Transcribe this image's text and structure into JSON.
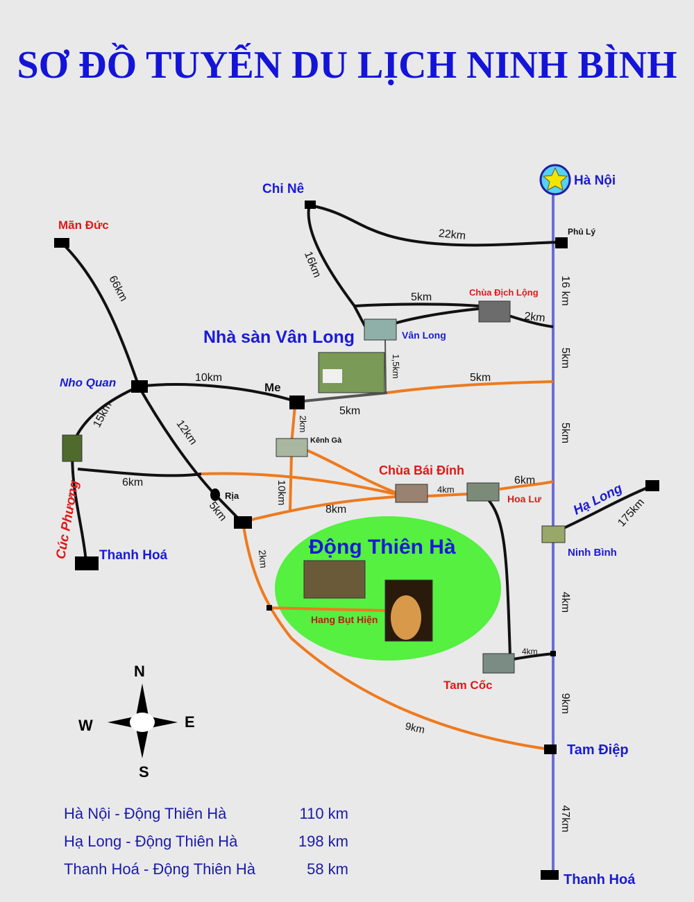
{
  "title": "SƠ ĐỒ TUYẾN DU LỊCH NINH BÌNH",
  "places": {
    "ha_noi": "Hà Nội",
    "phu_ly": "Phủ Lý",
    "chi_ne": "Chi Nê",
    "man_duc": "Mãn Đức",
    "nho_quan": "Nho Quan",
    "cuc_phuong": "Cúc Phương",
    "thanh_hoa_w": "Thanh Hoá",
    "me": "Me",
    "ria": "Rịa",
    "kenh_ga": "Kênh Gà",
    "van_long": "Vân Long",
    "nha_san_van_long": "Nhà sàn Vân Long",
    "chua_dich_long": "Chùa Địch Lộng",
    "chua_bai_dinh": "Chùa Bái Đính",
    "hoa_lu": "Hoa Lư",
    "ha_long": "Hạ Long",
    "ninh_binh": "Ninh Bình",
    "tam_coc": "Tam Cốc",
    "tam_diep": "Tam Điệp",
    "thanh_hoa_s": "Thanh Hoá",
    "dong_thien_ha": "Động Thiên Hà",
    "hang_but_hien": "Hang Bụt Hiện"
  },
  "distances": {
    "chi_ne_phu_ly": "22km",
    "chi_ne_van_long": "16km",
    "phu_ly_mid": "16 km",
    "van_long_dich_long": "5km",
    "dich_long_hw": "2km",
    "man_duc_nho_quan": "66km",
    "hw_5km_a": "5km",
    "hw_5km_b": "5km",
    "van_long_me": "1,5km",
    "nho_quan_me": "10km",
    "me_5km": "5km",
    "me_hw_orange": "5km",
    "nho_quan_cuc_phuong": "15km",
    "nho_quan_ria": "12km",
    "me_kenh_ga": "2km",
    "cuc_phuong_ria": "6km",
    "kenh_ga_vertical": "10km",
    "ria_junction": "5km",
    "junction_bai_dinh": "8km",
    "bai_dinh_hoa_lu": "4km",
    "hoa_lu_hw": "6km",
    "ha_long_ninh_binh": "175km",
    "ninh_binh_south": "4km",
    "tam_coc_hw": "4km",
    "junction_cave": "2km",
    "junction_tam_diep": "9km",
    "tam_diep_hw": "9km",
    "tam_diep_thanh_hoa": "47km"
  },
  "compass": {
    "n": "N",
    "s": "S",
    "e": "E",
    "w": "W"
  },
  "distance_table": [
    {
      "route": "Hà Nội - Động Thiên Hà",
      "km": "110 km"
    },
    {
      "route": "Hạ Long - Động Thiên Hà",
      "km": "198 km"
    },
    {
      "route": "Thanh Hoá - Động Thiên Hà",
      "km": "58 km"
    }
  ],
  "colors": {
    "highway": "#6b6bd6",
    "road_black": "#111111",
    "road_orange": "#ee7a1e",
    "cave_area": "#55f040",
    "title_blue": "#1414d8",
    "label_red": "#e01818",
    "label_blue": "#1a1ad8"
  }
}
